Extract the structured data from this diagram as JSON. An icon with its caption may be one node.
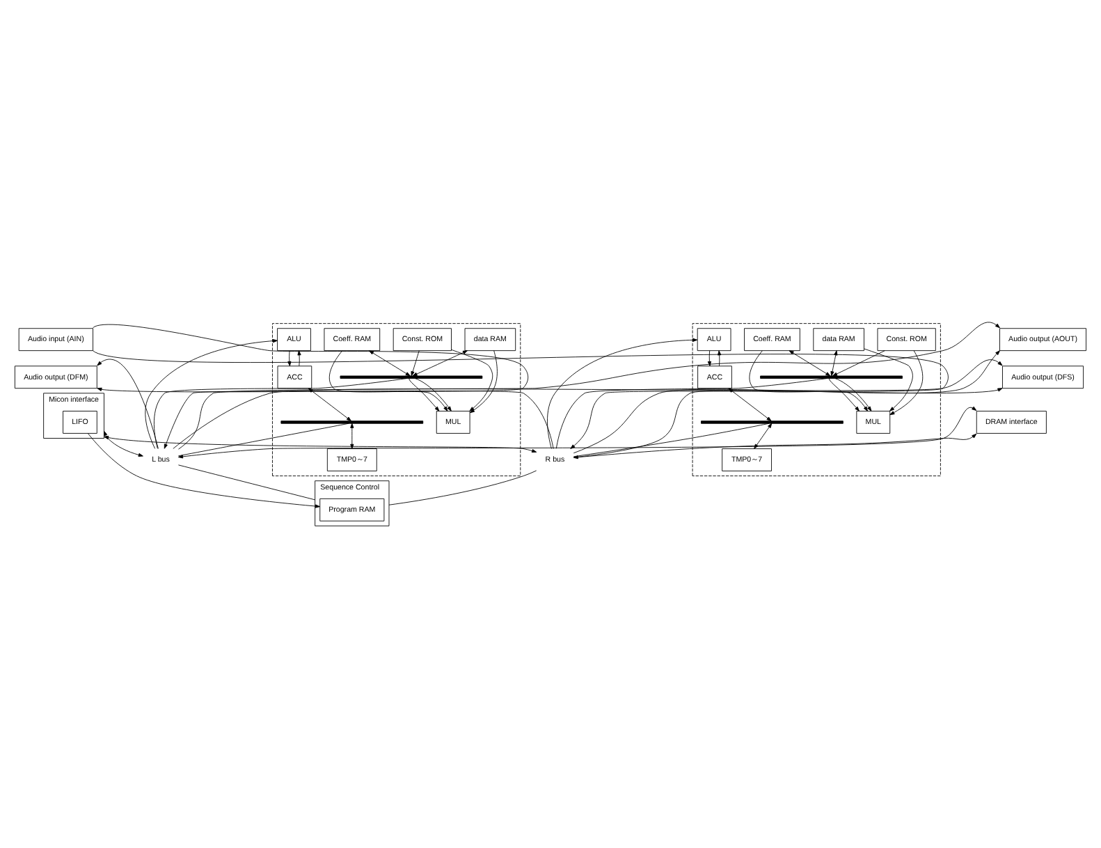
{
  "diagram": {
    "nodes": [
      {
        "text": [
          "Audio input (AIN)"
        ]
      },
      {
        "text": [
          "Audio output (AOUT)"
        ]
      },
      {
        "text": [
          "Audio output (DFM)"
        ]
      },
      {
        "text": [
          "Audio output (DFS)"
        ]
      },
      {
        "text": [
          "Micon interface"
        ]
      },
      {
        "text": [
          "LIFO"
        ],
        "in": 4
      },
      {
        "text": [
          "DRAM interface"
        ]
      },
      {
        "text": [
          "L bus"
        ]
      },
      {
        "text": [
          "R bus"
        ]
      },
      {
        "text": [],
        "shape": "box"
      },
      {
        "text": [
          "Const. ROM"
        ],
        "in": 9
      },
      {
        "text": [
          "Coeff. RAM"
        ],
        "in": 9
      },
      {
        "text": [
          "data RAM"
        ],
        "in": 9
      },
      {
        "text": [],
        "shape": "bar",
        "in": 9
      },
      {
        "text": [
          "MUL"
        ],
        "in": 9
      },
      {
        "text": [
          "ALU"
        ],
        "in": 9
      },
      {
        "text": [
          "ACC"
        ],
        "in": 9
      },
      {
        "text": [],
        "shape": "bar",
        "in": 9
      },
      {
        "text": [
          "TMP0～7"
        ],
        "in": 9
      },
      {
        "text": [],
        "shape": "box"
      },
      {
        "text": [
          "data RAM"
        ],
        "in": 19
      },
      {
        "text": [
          "Coeff. RAM"
        ],
        "in": 19
      },
      {
        "text": [
          "Const. ROM"
        ],
        "in": 19
      },
      {
        "text": [],
        "shape": "bar",
        "in": 19
      },
      {
        "text": [
          "MUL"
        ],
        "in": 19
      },
      {
        "text": [
          "ALU"
        ],
        "in": 19
      },
      {
        "text": [
          "ACC"
        ],
        "in": 19
      },
      {
        "text": [],
        "shape": "bar",
        "in": 19
      },
      {
        "text": [
          "TMP0～7"
        ],
        "in": 19
      },
      {
        "text": [
          "Sequence Control"
        ]
      },
      {
        "text": [
          "Program RAM"
        ],
        "in": 29
      }
    ],
    "edges": [
      {
        "from": 0,
        "to": 7,
        "arrow": "to"
      },
      {
        "from": 0,
        "to": 8,
        "arrow": "to"
      },
      {
        "from": 7,
        "to": 1,
        "arrow": "to"
      },
      {
        "from": 8,
        "to": 1,
        "arrow": "to"
      },
      {
        "from": 7,
        "to": 2,
        "arrow": "to"
      },
      {
        "from": 8,
        "to": 2,
        "arrow": "to"
      },
      {
        "from": 7,
        "to": 3,
        "arrow": "to"
      },
      {
        "from": 8,
        "to": 3,
        "arrow": "to"
      },
      {
        "from": 4,
        "to": 7,
        "arrow": "both"
      },
      {
        "from": 4,
        "to": 8,
        "arrow": "both"
      },
      {
        "from": 7,
        "to": 6,
        "arrow": "both"
      },
      {
        "from": 8,
        "to": 6,
        "arrow": "both"
      },
      {
        "from": 5,
        "to": 30,
        "arrow": "to"
      },
      {
        "from": 10,
        "to": 13,
        "arrow": "to"
      },
      {
        "from": 10,
        "to": 14,
        "arrow": "to"
      },
      {
        "from": 13,
        "to": 14,
        "arrow": "to"
      },
      {
        "from": 11,
        "to": 14,
        "arrow": "to"
      },
      {
        "from": 11,
        "to": 13,
        "arrow": "both"
      },
      {
        "from": 13,
        "to": 14,
        "arrow": "to"
      },
      {
        "from": 12,
        "to": 14,
        "arrow": "to"
      },
      {
        "from": 12,
        "to": 13,
        "arrow": "both"
      },
      {
        "from": 13,
        "to": 7,
        "arrow": "none"
      },
      {
        "from": 7,
        "to": 15,
        "arrow": "to"
      },
      {
        "from": 15,
        "to": 16,
        "arrow": "to"
      },
      {
        "from": 16,
        "to": 15,
        "arrow": "to"
      },
      {
        "from": 16,
        "to": 17,
        "arrow": "both"
      },
      {
        "from": 17,
        "to": 18,
        "arrow": "both"
      },
      {
        "from": 17,
        "to": 7,
        "arrow": "none"
      },
      {
        "from": 20,
        "to": 23,
        "arrow": "both"
      },
      {
        "from": 20,
        "to": 24,
        "arrow": "to"
      },
      {
        "from": 23,
        "to": 24,
        "arrow": "to"
      },
      {
        "from": 21,
        "to": 23,
        "arrow": "both"
      },
      {
        "from": 21,
        "to": 24,
        "arrow": "to"
      },
      {
        "from": 23,
        "to": 24,
        "arrow": "to"
      },
      {
        "from": 22,
        "to": 23,
        "arrow": "to"
      },
      {
        "from": 22,
        "to": 24,
        "arrow": "to"
      },
      {
        "from": 23,
        "to": 8,
        "arrow": "none"
      },
      {
        "from": 8,
        "to": 25,
        "arrow": "to"
      },
      {
        "from": 25,
        "to": 26,
        "arrow": "to"
      },
      {
        "from": 26,
        "to": 25,
        "arrow": "to"
      },
      {
        "from": 26,
        "to": 27,
        "arrow": "both"
      },
      {
        "from": 27,
        "to": 28,
        "arrow": "both"
      },
      {
        "from": 27,
        "to": 8,
        "arrow": "none"
      },
      {
        "from": 7,
        "to": 29,
        "arrow": "none"
      },
      {
        "from": 8,
        "to": 29,
        "arrow": "none"
      }
    ]
  }
}
